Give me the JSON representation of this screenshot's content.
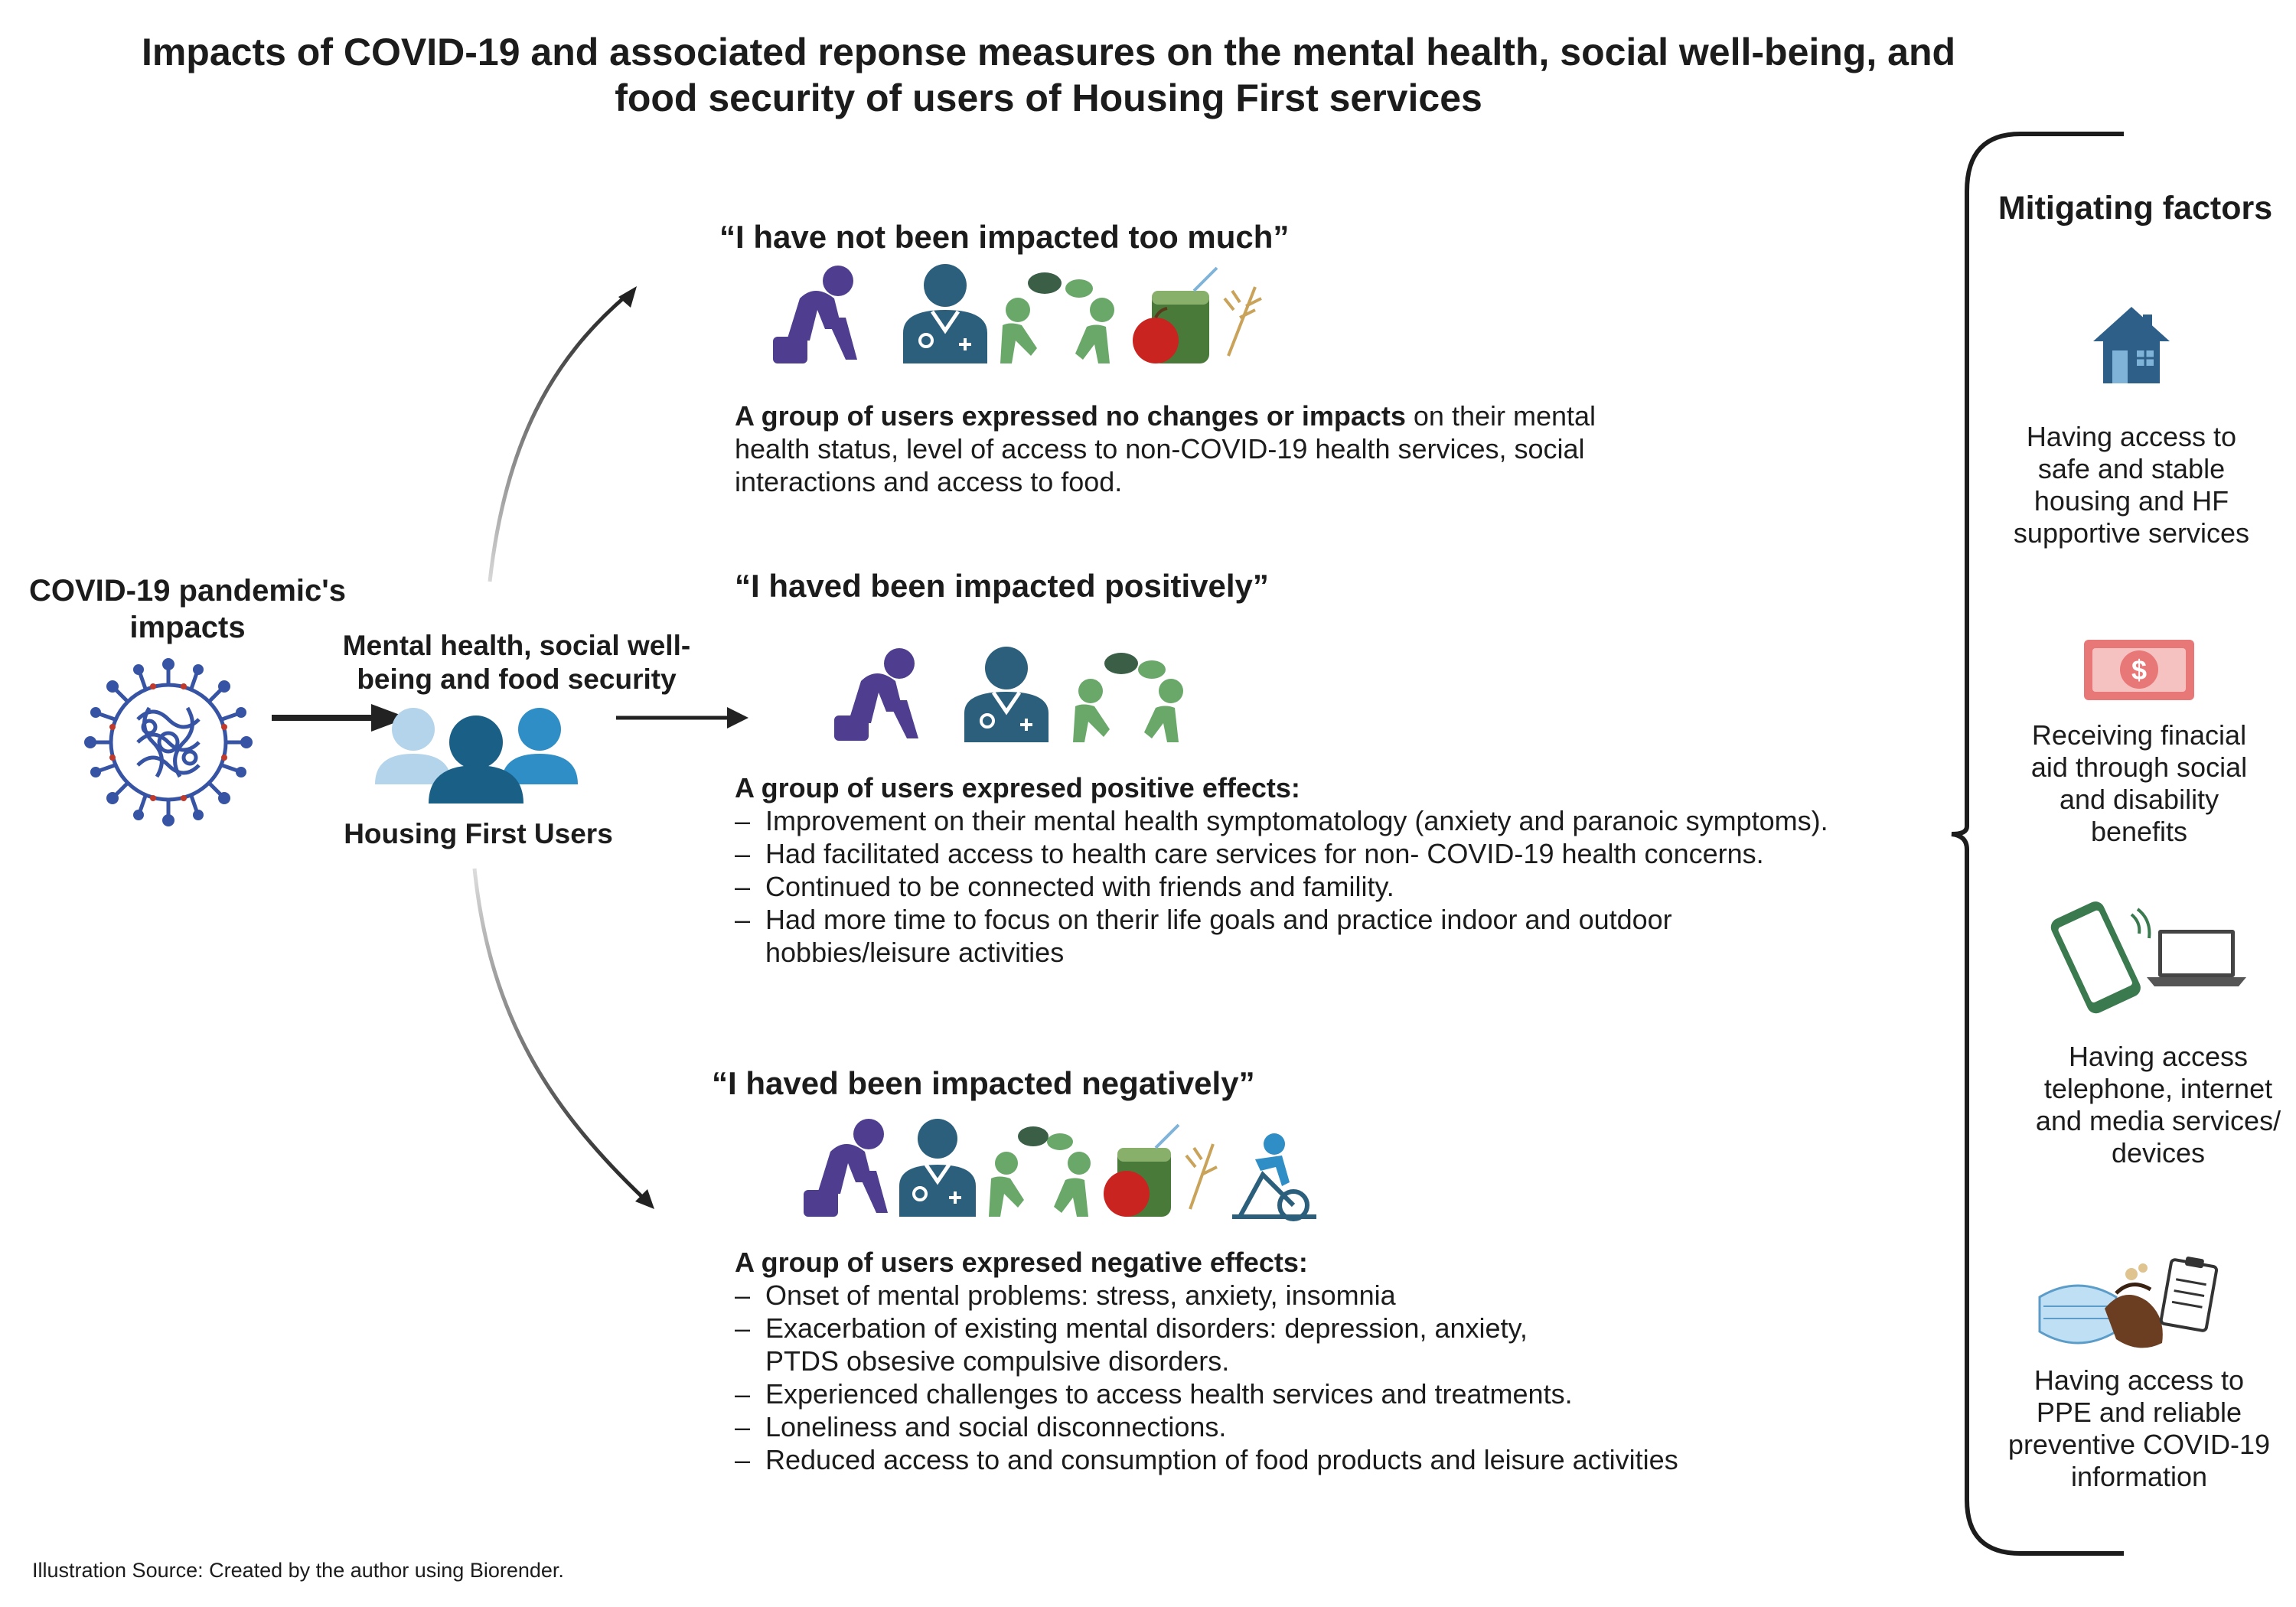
{
  "title": {
    "line1": "Impacts of COVID-19 and associated reponse measures on the mental health, social well-being, and",
    "line2": "food security of users of Housing First services"
  },
  "left": {
    "covid_label_line1": "COVID-19 pandemic's",
    "covid_label_line2": "impacts",
    "domains_line1": "Mental health, social well-",
    "domains_line2": "being and food security",
    "users_label": "Housing First Users"
  },
  "groups": {
    "not_impacted": {
      "quote": "“I have not been impacted too much”",
      "desc_bold": "A group of users expressed no changes or impacts",
      "desc_line1_rest": " on their mental",
      "desc_line2": "health status, level of access to non-COVID-19 health services, social",
      "desc_line3": "interactions and access to food."
    },
    "positive": {
      "quote": "“I haved been impacted positively”",
      "heading": "A group of users expresed positive effects:",
      "items": [
        "Improvement on their mental health symptomatology (anxiety and paranoic symptoms).",
        "Had facilitated access to health care services for non- COVID-19 health concerns.",
        "Continued to be connected with friends and famility."
      ],
      "item4_line1": "Had more time to focus on therir life goals and practice indoor and outdoor",
      "item4_line2": "hobbies/leisure activities"
    },
    "negative": {
      "quote": "“I haved been impacted negatively”",
      "heading": "A group of users expresed negative effects:",
      "item1": "Onset of mental problems: stress, anxiety, insomnia",
      "item2_line1": "Exacerbation of existing mental disorders: depression, anxiety,",
      "item2_line2": "PTDS obsesive compulsive disorders.",
      "items_rest": [
        "Experienced challenges to access health services and treatments.",
        "Loneliness and social disconnections.",
        "Reduced access to and consumption of food products and  leisure  activities"
      ]
    }
  },
  "mitigating": {
    "title": "Mitigating factors",
    "factors": [
      {
        "icon": "house-icon",
        "lines": [
          "Having access to",
          "safe and stable",
          "housing and HF",
          "supportive services"
        ]
      },
      {
        "icon": "dollar-bill-icon",
        "lines": [
          "Receiving finacial",
          "aid through social",
          "and disability",
          "benefits"
        ]
      },
      {
        "icon": "phone-laptop-icon",
        "lines": [
          "Having access",
          "telephone, internet",
          "and media services/",
          "devices"
        ]
      },
      {
        "icon": "ppe-icon",
        "lines": [
          "Having access to",
          "PPE and reliable",
          "preventive COVID-19",
          "information"
        ]
      }
    ]
  },
  "footer": "Illustration Source: Created by the author using Biorender.",
  "colors": {
    "purple": "#4f3d8f",
    "doctor_blue": "#2b5f7c",
    "green": "#6aa86a",
    "house_blue": "#2e5f88",
    "money_pink": "#e87777",
    "phone_green": "#3a7a4e",
    "virus_blue": "#3654a3"
  }
}
